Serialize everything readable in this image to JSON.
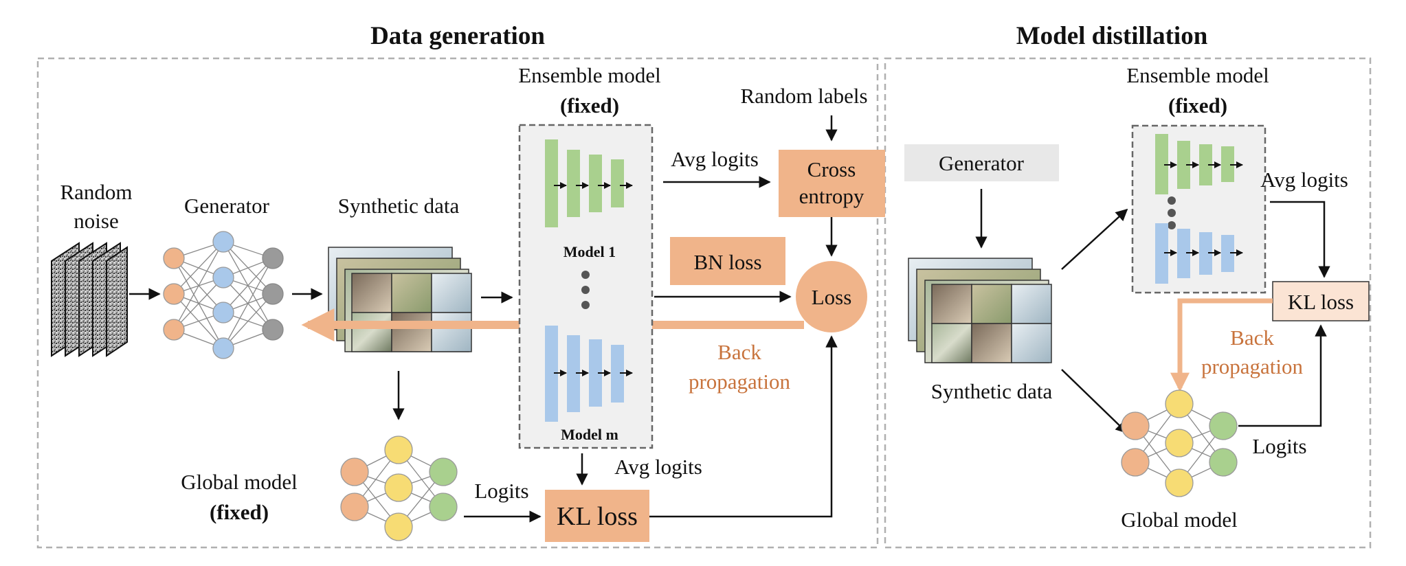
{
  "sections": {
    "left_title": "Data generation",
    "right_title": "Model distillation"
  },
  "left": {
    "random_noise": [
      "Random",
      "noise"
    ],
    "generator": "Generator",
    "synthetic_data": "Synthetic data",
    "ensemble_title": "Ensemble model",
    "fixed": "(fixed)",
    "model_1": "Model  1",
    "model_m": "Model  m",
    "random_labels": "Random labels",
    "avg_logits_top": "Avg logits",
    "cross_entropy": [
      "Cross",
      "entropy"
    ],
    "bn_loss": "BN loss",
    "loss": "Loss",
    "back_propagation": [
      "Back",
      "propagation"
    ],
    "avg_logits_bottom": "Avg logits",
    "global_model": "Global model",
    "global_fixed": "(fixed)",
    "logits": "Logits",
    "kl_loss": "KL loss"
  },
  "right": {
    "generator": "Generator",
    "synthetic_data": "Synthetic data",
    "ensemble_title": "Ensemble model",
    "fixed": "(fixed)",
    "avg_logits": "Avg logits",
    "kl_loss": "KL loss",
    "back_propagation": [
      "Back",
      "propagation"
    ],
    "logits": "Logits",
    "global_model": "Global model"
  },
  "colors": {
    "orange_box": "#f0b48a",
    "orange_line": "#f0b48a",
    "orange_text": "#c8733c",
    "kl_box_light": "#fbe4d4",
    "node_orange": "#f0b48a",
    "node_blue": "#a9c8ea",
    "node_gray": "#9a9a9a",
    "node_yellow": "#f7dc74",
    "node_green": "#a9d08e",
    "bar_green": "#a9d08e",
    "bar_blue": "#a9c8ea",
    "panel_gray": "#f0f0f0",
    "border_dash": "#b0b0b0"
  }
}
